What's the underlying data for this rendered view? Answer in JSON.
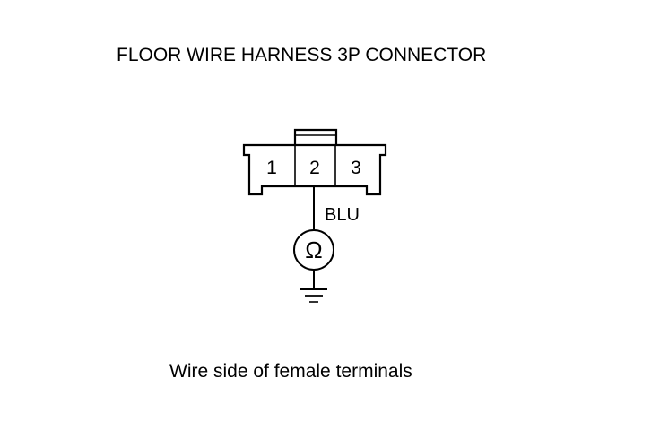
{
  "title": "FLOOR WIRE HARNESS 3P CONNECTOR",
  "caption": "Wire side of female terminals",
  "connector": {
    "terminals": [
      {
        "number": "1"
      },
      {
        "number": "2"
      },
      {
        "number": "3"
      }
    ],
    "wire_color": "BLU",
    "meter_symbol": "Ω"
  }
}
